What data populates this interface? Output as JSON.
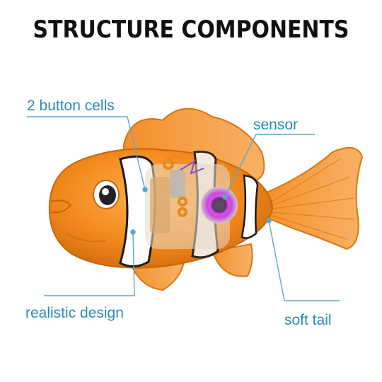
{
  "title": "STRUCTURE COMPONENTS",
  "labels": {
    "button_cells": "2 button cells",
    "sensor": "sensor",
    "realistic_design": "realistic design",
    "soft_tail": "soft tail"
  },
  "colors": {
    "label": "#2a8bb8",
    "leader_line": "#5aa7cc",
    "fish_body": "#f08a1c",
    "stripe": "#ffffff",
    "sensor_ring": "#c43bd6"
  }
}
